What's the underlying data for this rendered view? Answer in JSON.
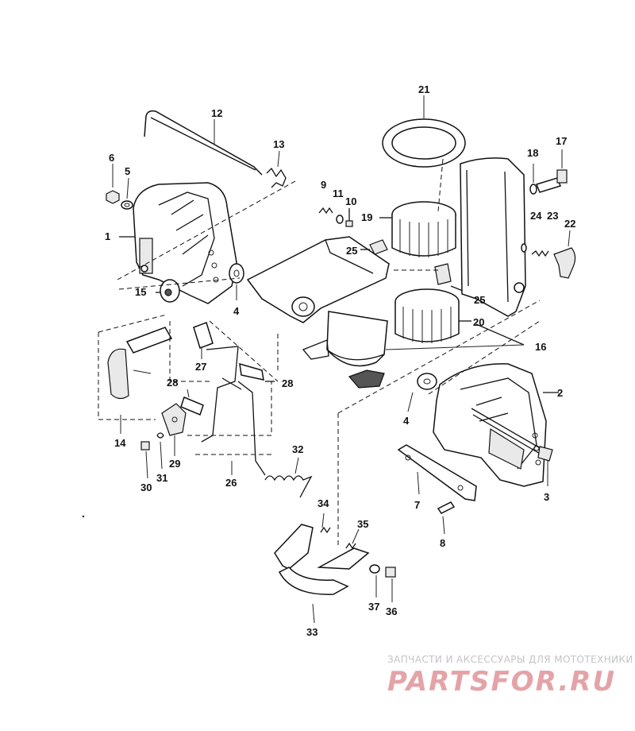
{
  "labels": {
    "l1": "1",
    "l2": "2",
    "l3": "3",
    "l4a": "4",
    "l4b": "4",
    "l5": "5",
    "l6": "6",
    "l7": "7",
    "l8": "8",
    "l9": "9",
    "l10": "10",
    "l11": "11",
    "l12": "12",
    "l13": "13",
    "l14": "14",
    "l15": "15",
    "l16": "16",
    "l17": "17",
    "l18": "18",
    "l19": "19",
    "l20": "20",
    "l21": "21",
    "l22": "22",
    "l23": "23",
    "l24": "24",
    "l25a": "25",
    "l25b": "25",
    "l26": "26",
    "l27": "27",
    "l28a": "28",
    "l28b": "28",
    "l29": "29",
    "l30": "30",
    "l31": "31",
    "l32": "32",
    "l33": "33",
    "l34": "34",
    "l35": "35",
    "l36": "36",
    "l37": "37"
  },
  "watermark": {
    "caption": "ЗАПЧАСТИ И АКСЕССУАРЫ ДЛЯ МОТОТЕХНИКИ",
    "logo": "PARTSFOR.RU"
  }
}
